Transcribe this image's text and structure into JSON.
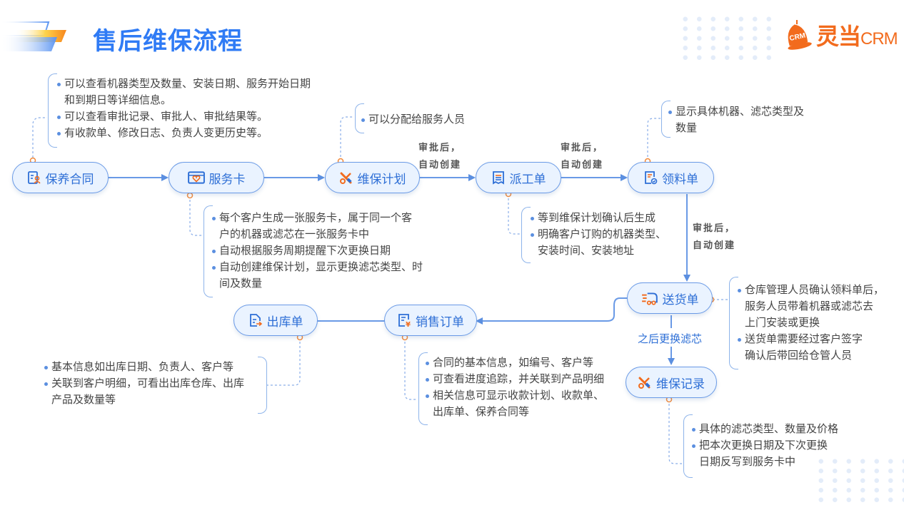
{
  "header": {
    "title": "售后维保流程",
    "logo_icon": "crm-bell-icon",
    "logo_badge": "CRM",
    "logo_name": "灵当",
    "logo_suffix": "CRM",
    "brand_color": "#2f7bf5",
    "logo_color": "#f26b1d"
  },
  "nodes": {
    "contract": {
      "label": "保养合同",
      "icon": "contract-icon"
    },
    "service_card": {
      "label": "服务卡",
      "icon": "heart-card-icon"
    },
    "maintenance_plan": {
      "label": "维保计划",
      "icon": "tools-icon"
    },
    "dispatch": {
      "label": "派工单",
      "icon": "document-list-icon"
    },
    "material": {
      "label": "领料单",
      "icon": "checklist-icon"
    },
    "delivery": {
      "label": "送货单",
      "icon": "truck-icon"
    },
    "maintenance_record": {
      "label": "维保记录",
      "icon": "tools-icon"
    },
    "sales_order": {
      "label": "销售订单",
      "icon": "yuan-document-icon"
    },
    "outbound": {
      "label": "出库单",
      "icon": "export-document-icon"
    }
  },
  "edge_labels": {
    "plan_to_dispatch": [
      "审批后，",
      "自动创建"
    ],
    "dispatch_to_material": [
      "审批后，",
      "自动创建"
    ],
    "material_to_delivery": [
      "审批后，",
      "自动创建"
    ],
    "delivery_to_record": "之后更换滤芯"
  },
  "notes": {
    "contract": [
      {
        "text": "可以查看机器类型及数量、安装日期、服务开始日期",
        "bullet": true
      },
      {
        "text": "和到期日等详细信息。",
        "bullet": false
      },
      {
        "text": "可以查看审批记录、审批人、审批结果等。",
        "bullet": true
      },
      {
        "text": "有收款单、修改日志、负责人变更历史等。",
        "bullet": true
      }
    ],
    "maintenance_plan": [
      {
        "text": "可以分配给服务人员",
        "bullet": true
      }
    ],
    "material": [
      {
        "text": "显示具体机器、滤芯类型及",
        "bullet": true
      },
      {
        "text": "数量",
        "bullet": false
      }
    ],
    "service_card": [
      {
        "text": "每个客户生成一张服务卡，属于同一个客",
        "bullet": true
      },
      {
        "text": "户的机器或滤芯在一张服务卡中",
        "bullet": false
      },
      {
        "text": "自动根据服务周期提醒下次更换日期",
        "bullet": true
      },
      {
        "text": "自动创建维保计划，显示更换滤芯类型、时",
        "bullet": true
      },
      {
        "text": "间及数量",
        "bullet": false
      }
    ],
    "dispatch": [
      {
        "text": "等到维保计划确认后生成",
        "bullet": true
      },
      {
        "text": "明确客户订购的机器类型、",
        "bullet": true
      },
      {
        "text": "安装时间、安装地址",
        "bullet": false
      }
    ],
    "delivery": [
      {
        "text": "仓库管理人员确认领料单后，",
        "bullet": true
      },
      {
        "text": "服务人员带着机器或滤芯去",
        "bullet": false
      },
      {
        "text": "上门安装或更换",
        "bullet": false
      },
      {
        "text": "送货单需要经过客户签字",
        "bullet": true
      },
      {
        "text": "确认后带回给仓管人员",
        "bullet": false
      }
    ],
    "outbound": [
      {
        "text": "基本信息如出库日期、负责人、客户等",
        "bullet": true
      },
      {
        "text": "关联到客户明细，可看出出库仓库、出库",
        "bullet": true
      },
      {
        "text": "产品及数量等",
        "bullet": false
      }
    ],
    "sales_order": [
      {
        "text": "合同的基本信息，如编号、客户等",
        "bullet": true
      },
      {
        "text": "可查看进度追踪，并关联到产品明细",
        "bullet": true
      },
      {
        "text": "相关信息可显示收款计划、收款单、",
        "bullet": true
      },
      {
        "text": "出库单、保养合同等",
        "bullet": false
      }
    ],
    "maintenance_record": [
      {
        "text": "具体的滤芯类型、数量及价格",
        "bullet": true
      },
      {
        "text": "把本次更换日期及下次更换",
        "bullet": true
      },
      {
        "text": "日期反写到服务卡中",
        "bullet": false
      }
    ]
  }
}
